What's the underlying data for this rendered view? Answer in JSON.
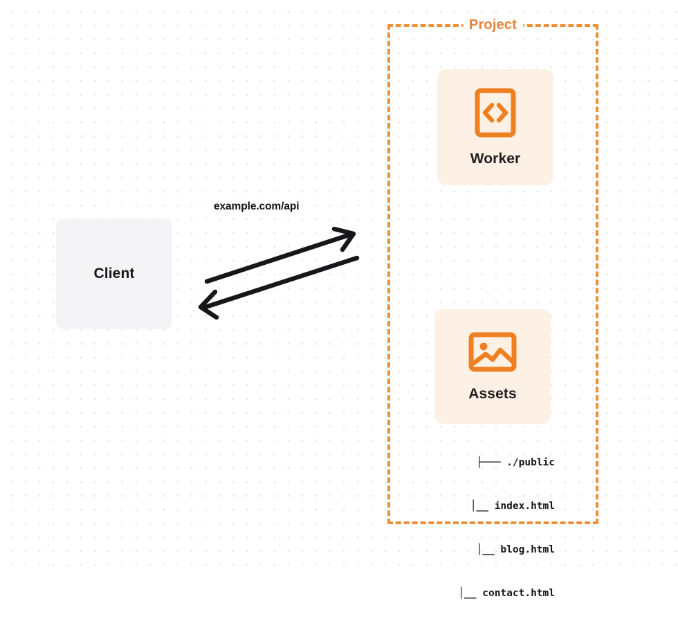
{
  "canvas": {
    "background_color": "#ffffff",
    "dot_grid_color": "#e9e9ec"
  },
  "client": {
    "label": "Client",
    "background_color": "#f4f4f6"
  },
  "connection": {
    "request_label": "example.com/api",
    "arrow_color": "#17161a",
    "request_direction": "client-to-project",
    "response_direction": "project-to-client"
  },
  "project": {
    "title": "Project",
    "border_color": "#ec8f36",
    "border_style": "dashed",
    "accent_color": "#e8833a",
    "cards": [
      {
        "label": "Worker",
        "icon": "code-brackets-icon",
        "background_color": "#fdf1e5"
      },
      {
        "label": "Assets",
        "icon": "image-icon",
        "background_color": "#fdf1e5"
      }
    ],
    "file_tree": [
      {
        "prefix": "├───",
        "name": "./public"
      },
      {
        "prefix": "│__",
        "name": "index.html"
      },
      {
        "prefix": "│__",
        "name": "blog.html"
      },
      {
        "prefix": "│__",
        "name": "contact.html"
      }
    ]
  }
}
